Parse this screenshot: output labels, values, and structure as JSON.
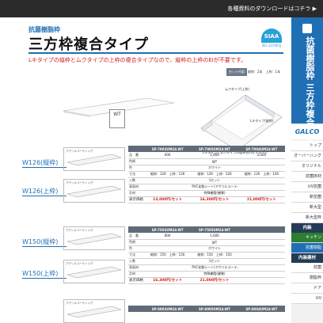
{
  "topbar": {
    "download_text": "各種資料のダウンロードはコチラ ▶"
  },
  "header": {
    "category": "抗菌樹脂枠",
    "title": "三方枠複合タイプ",
    "subtitle": "Lキタイプの縦枠とムクタイプの上枠の複合タイプなので、縦枠の上枠のEIが不要です。",
    "siaa_badge": "SIAA",
    "siaa_caption": "ISO 22196法"
  },
  "set_info": {
    "label": "セット内容",
    "value": "縦枠：2本　上枠：1本"
  },
  "illustration": {
    "label_top": "ムクタイプ(上枠)",
    "label_side": "Lキタイプ(縦枠)",
    "caption": "Lキタイプとムクタイプの組み合わせイメージ"
  },
  "swatch": {
    "label": "WT"
  },
  "product_labels": [
    "W126(縦枠)",
    "W126(上枠)",
    "W150(縦枠)",
    "W150(上枠)"
  ],
  "thumb_label": "アクリルコーティング",
  "tables": [
    {
      "header": [
        "",
        "SP-7003UM24-WT",
        "SP-7005UM24-WT",
        "SP-7004UM24-WT"
      ],
      "rows": [
        [
          "品　番",
          "600",
          "1,600",
          "2,000"
        ],
        [
          "色柄",
          "",
          "WT",
          ""
        ],
        [
          "色",
          "",
          "ホワイト",
          ""
        ],
        [
          "寸法",
          "縦枠：126　上枠：126",
          "縦枠：126　上枠：126",
          "縦枠：126　上枠：126"
        ],
        [
          "入数",
          "",
          "1セット",
          ""
        ],
        [
          "表面材",
          "",
          "PVC化粧シート(アクリルコーティング)",
          ""
        ],
        [
          "芯材",
          "",
          "特殊樹脂(硬質)",
          ""
        ],
        [
          "表示価格",
          "13,000円/セット",
          "16,300円/セット",
          "21,000円/セット"
        ]
      ]
    },
    {
      "header": [
        "",
        "SP-7503UM24-WT",
        "SP-7505UM24-WT",
        ""
      ],
      "rows": [
        [
          "品　番",
          "800",
          "1,600",
          ""
        ],
        [
          "色柄",
          "",
          "WT",
          ""
        ],
        [
          "色",
          "",
          "ホワイト",
          ""
        ],
        [
          "寸法",
          "縦枠：150　上枠：150",
          "縦枠：150　上枠：150",
          ""
        ],
        [
          "入数",
          "",
          "1セット",
          ""
        ],
        [
          "表面材",
          "",
          "PVC化粧シート(アクリルコーティング)",
          ""
        ],
        [
          "芯材",
          "",
          "特殊樹脂(硬質)",
          ""
        ],
        [
          "表示価格",
          "16,300円/セット",
          "21,000円/セット",
          ""
        ]
      ]
    },
    {
      "header": [
        "",
        "SP-8003UM24-WT",
        "SP-8005UM24-WT",
        "SP-8004UM24-WT"
      ],
      "rows": []
    }
  ],
  "sidebar": {
    "product_title": "抗菌樹脂枠 三方枠複合タイプ",
    "brand": "GALCO",
    "menu": [
      {
        "label": "トップ",
        "type": "normal"
      },
      {
        "label": "オーバーハング",
        "type": "normal"
      },
      {
        "label": "オリジナル",
        "type": "normal"
      },
      {
        "label": "抗菌床材",
        "type": "normal"
      },
      {
        "label": "UV抗菌",
        "type": "normal"
      },
      {
        "label": "新抗菌",
        "type": "normal"
      },
      {
        "label": "新大型",
        "type": "normal"
      },
      {
        "label": "新大型枠",
        "type": "normal"
      },
      {
        "label": "内装",
        "type": "sect"
      },
      {
        "label": "キッチン",
        "type": "accent"
      },
      {
        "label": "抗菌樹脂",
        "type": "active"
      },
      {
        "label": "内装建材",
        "type": "sect"
      },
      {
        "label": "抗菌",
        "type": "normal"
      },
      {
        "label": "樹脂枠",
        "type": "normal"
      },
      {
        "label": "ドア",
        "type": "normal"
      },
      {
        "label": "UV",
        "type": "normal"
      }
    ]
  },
  "colors": {
    "brand_blue": "#1f6fb4",
    "price_red": "#d11b1b",
    "table_head": "#5f6b77"
  }
}
